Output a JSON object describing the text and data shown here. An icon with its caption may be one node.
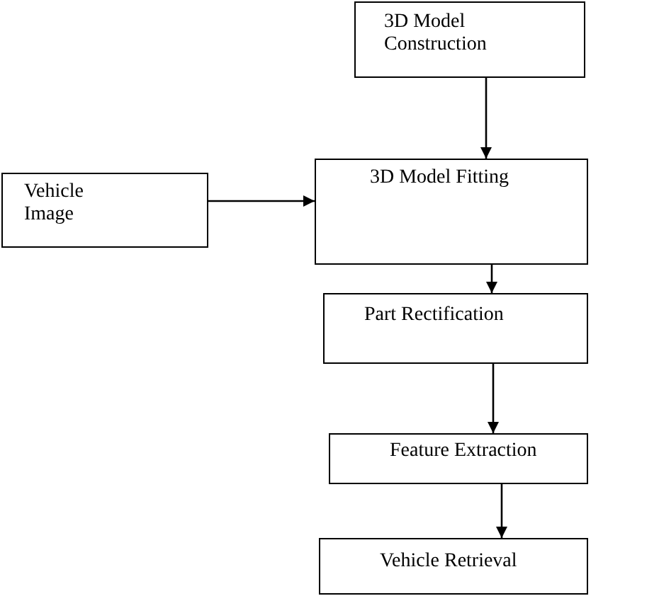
{
  "diagram": {
    "nodes": [
      {
        "text": [
          "3D Model Construction"
        ]
      },
      {
        "text": [
          "Vehicle Image"
        ]
      },
      {
        "text": [
          "3D Model Fitting"
        ]
      },
      {
        "text": [
          "Part Rectification"
        ]
      },
      {
        "text": [
          "Feature Extraction"
        ]
      },
      {
        "text": [
          "Vehicle Retrieval"
        ]
      }
    ],
    "edges": [
      {
        "from": 0,
        "to": 2,
        "arrow": "to"
      },
      {
        "from": 1,
        "to": 2,
        "arrow": "to"
      },
      {
        "from": 2,
        "to": 3,
        "arrow": "to"
      },
      {
        "from": 3,
        "to": 4,
        "arrow": "to"
      },
      {
        "from": 4,
        "to": 5,
        "arrow": "to"
      }
    ]
  }
}
